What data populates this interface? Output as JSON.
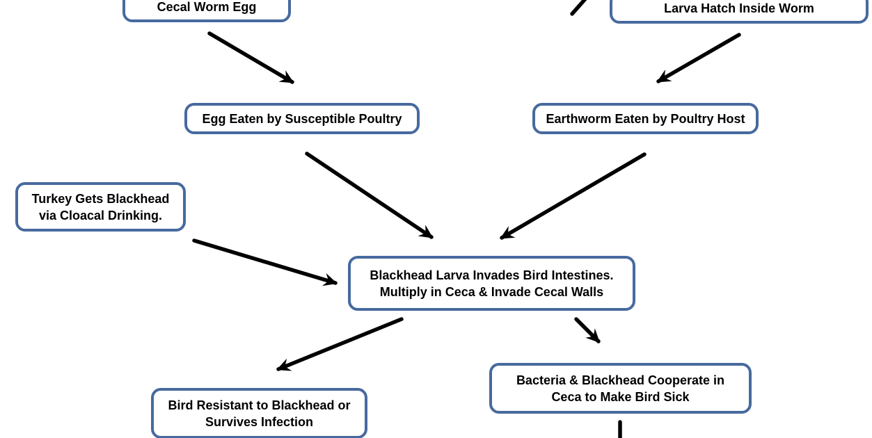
{
  "diagram": {
    "nodes": {
      "cecal_worm_egg": {
        "label": "Cecal Worm Egg"
      },
      "larva_hatch": {
        "label": "Larva Hatch Inside Worm"
      },
      "egg_eaten": {
        "label": "Egg Eaten by Susceptible Poultry"
      },
      "earthworm_eaten": {
        "label": "Earthworm Eaten by Poultry Host"
      },
      "turkey_blackhead": {
        "label": "Turkey Gets Blackhead\nvia Cloacal Drinking."
      },
      "blackhead_invades": {
        "label": "Blackhead Larva Invades Bird Intestines.\nMultiply in Ceca & Invade Cecal Walls"
      },
      "bird_resistant": {
        "label": "Bird Resistant to Blackhead or\nSurvives Infection"
      },
      "bacteria_cooperate": {
        "label": "Bacteria & Blackhead Cooperate in\nCeca to Make Bird Sick"
      }
    },
    "edges": [
      {
        "from": "cecal_worm_egg",
        "to": "egg_eaten"
      },
      {
        "from": "offscreen_top",
        "to": "larva_hatch"
      },
      {
        "from": "larva_hatch",
        "to": "earthworm_eaten"
      },
      {
        "from": "egg_eaten",
        "to": "blackhead_invades"
      },
      {
        "from": "earthworm_eaten",
        "to": "blackhead_invades"
      },
      {
        "from": "turkey_blackhead",
        "to": "blackhead_invades"
      },
      {
        "from": "blackhead_invades",
        "to": "bird_resistant"
      },
      {
        "from": "blackhead_invades",
        "to": "bacteria_cooperate"
      },
      {
        "from": "bacteria_cooperate",
        "to": "offscreen_bottom"
      }
    ],
    "colors": {
      "box_border": "#476a9e",
      "box_fill": "#ffffff",
      "arrow": "#000000",
      "text": "#000000",
      "background": "#ffffff"
    }
  }
}
